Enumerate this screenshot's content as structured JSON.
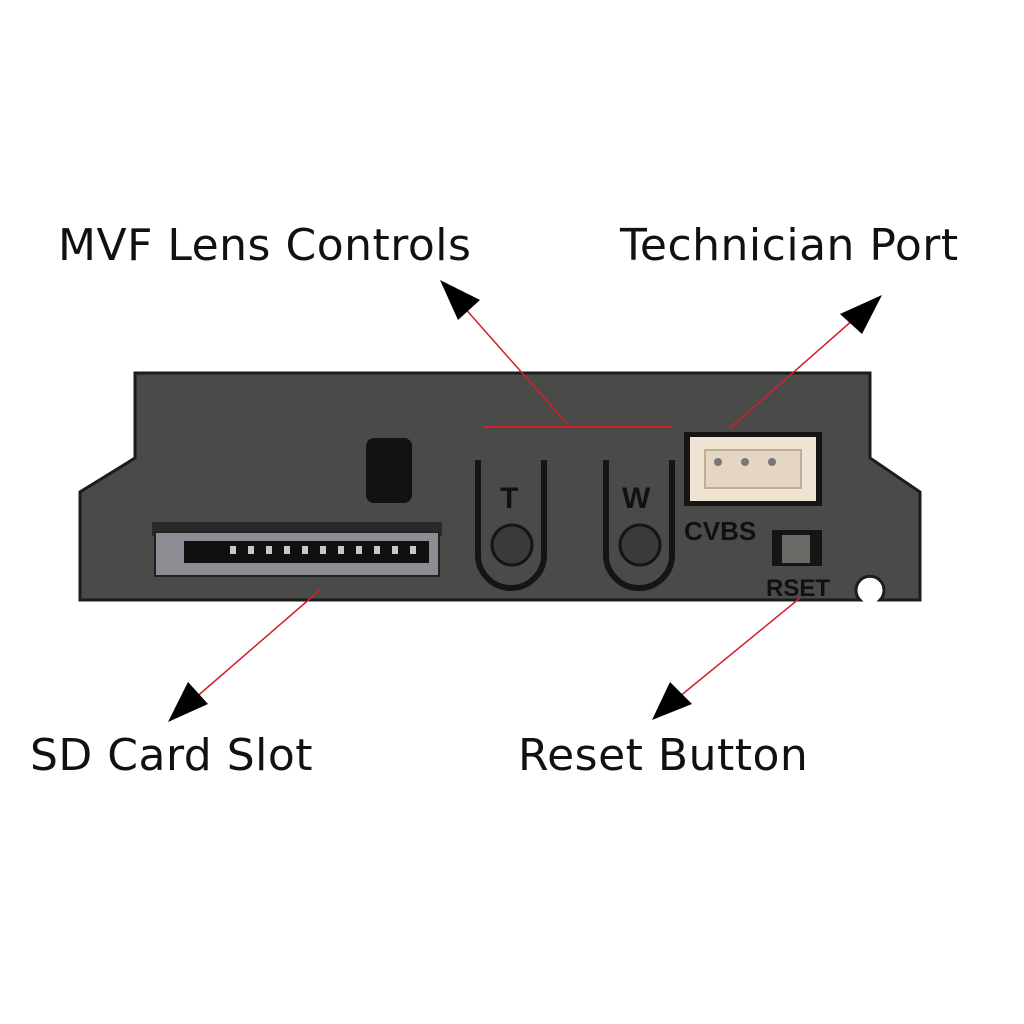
{
  "labels": {
    "mvf_lens_controls": "MVF Lens Controls",
    "technician_port": "Technician Port",
    "sd_card_slot": "SD Card Slot",
    "reset_button": "Reset Button"
  },
  "panel_markings": {
    "tele": "T",
    "wide": "W",
    "cvbs": "CVBS",
    "reset": "RSET"
  },
  "colors": {
    "panel": "#4a4a48",
    "callout": "#d0202a",
    "arrowhead": "#000000",
    "connector": "#efe3d3"
  }
}
